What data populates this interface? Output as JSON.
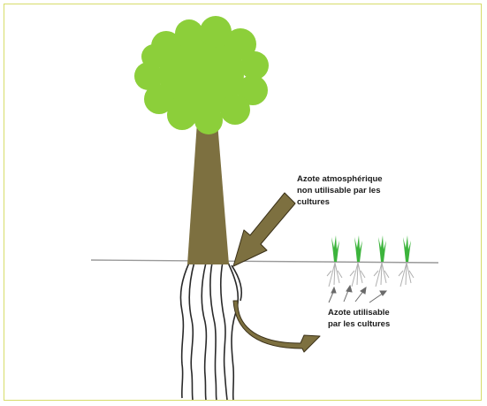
{
  "labels": {
    "atmospheric": [
      "Azote atmosphérique",
      "non utilisable par les",
      "cultures"
    ],
    "usable": [
      "Azote utilisable",
      "par les cultures"
    ]
  },
  "colors": {
    "frame_border": "#d7dc6a",
    "foliage": "#8ccf3a",
    "trunk": "#7d7040",
    "arrow_fill": "#7d7040",
    "arrow_outline": "#3a3018",
    "ground": "#9a9a9a",
    "roots": "#2a2a2a",
    "seedling_leaf": "#3cb43c",
    "seedling_root": "#b0b0b0"
  }
}
